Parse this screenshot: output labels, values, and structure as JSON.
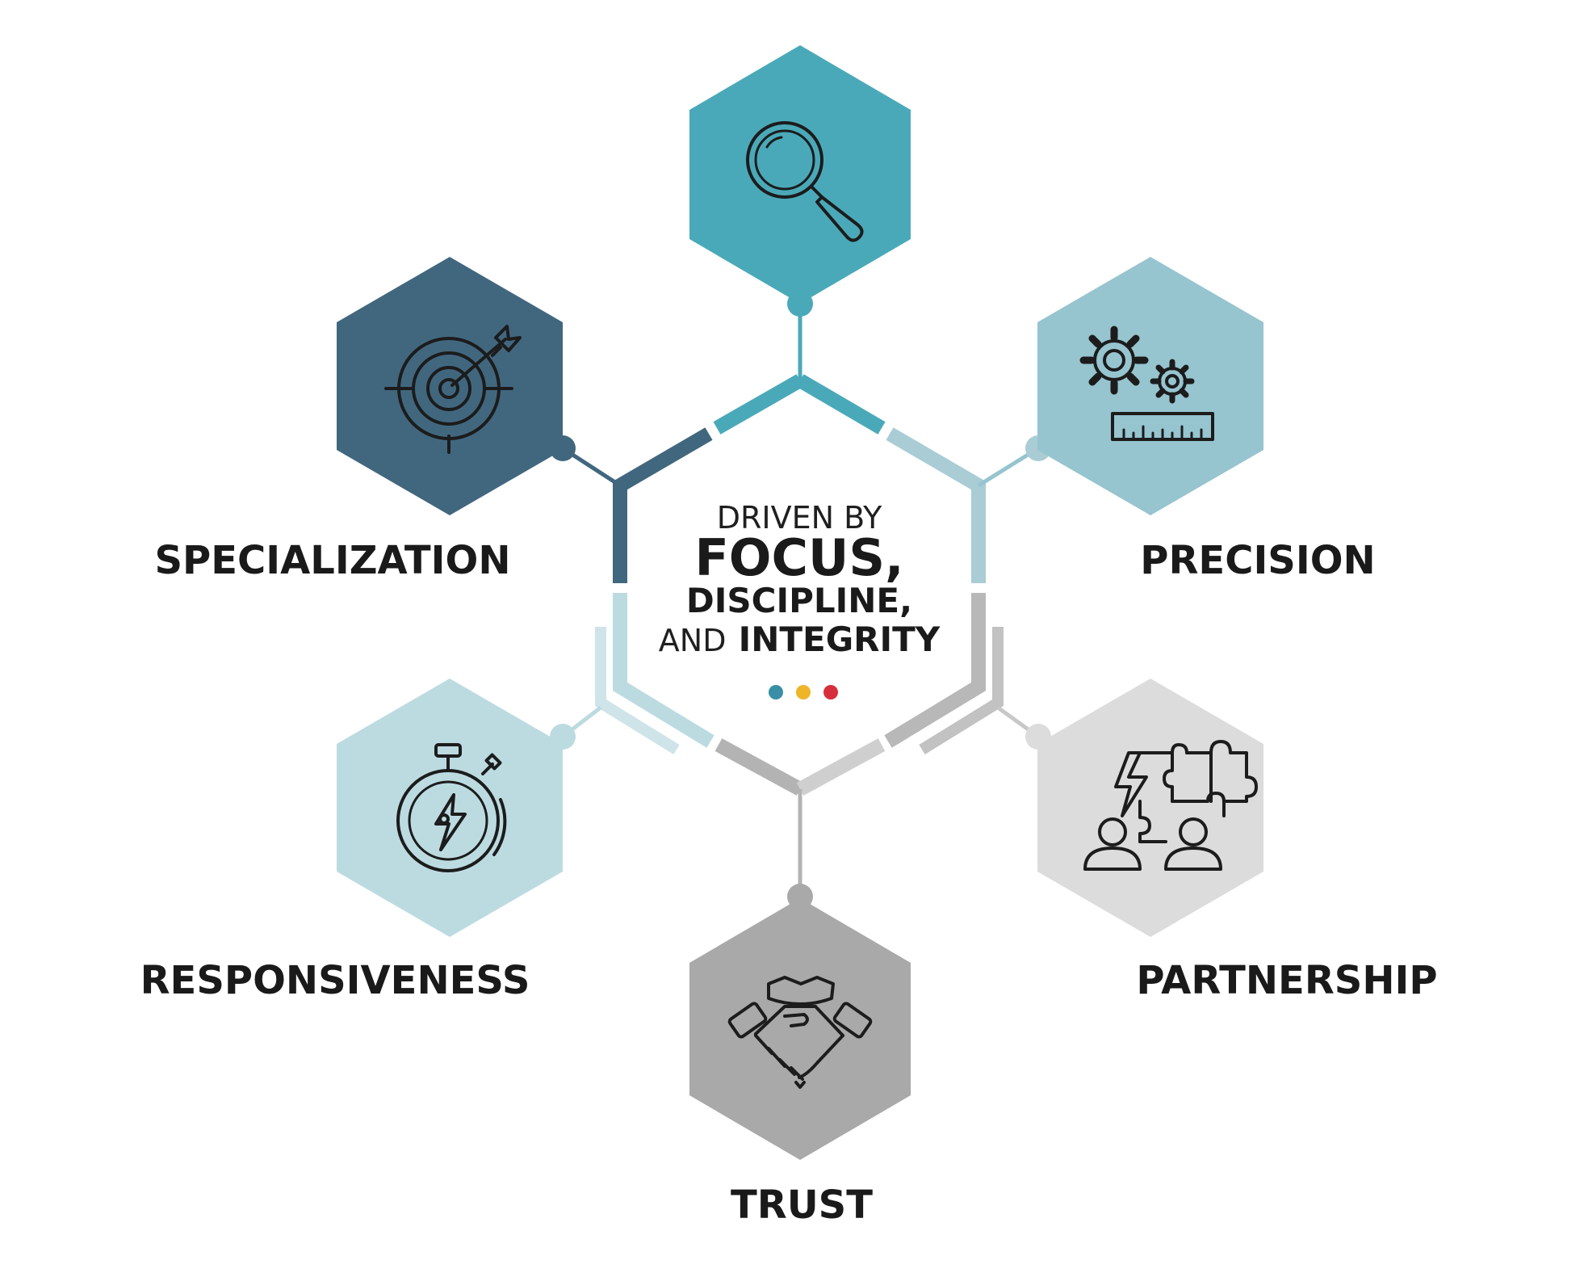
{
  "center": {
    "line1": "DRIVEN BY",
    "line2": "FOCUS,",
    "line3": "DISCIPLINE,",
    "line4_light": "AND",
    "line4_bold": "INTEGRITY",
    "dots": [
      "#3a8fa6",
      "#f0b429",
      "#d62f3c"
    ]
  },
  "nodes": [
    {
      "id": "top",
      "label": "",
      "icon": "magnifier-icon",
      "color": "#4aa9b9"
    },
    {
      "id": "top-right",
      "label": "PRECISION",
      "icon": "gears-ruler-icon",
      "color": "#96c4cf"
    },
    {
      "id": "bottom-right",
      "label": "PARTNERSHIP",
      "icon": "puzzle-people-icon",
      "color": "#dcdcdc"
    },
    {
      "id": "bottom",
      "label": "TRUST",
      "icon": "handshake-icon",
      "color": "#a9a9a9"
    },
    {
      "id": "bottom-left",
      "label": "RESPONSIVENESS",
      "icon": "stopwatch-icon",
      "color": "#bcdbe1"
    },
    {
      "id": "top-left",
      "label": "SPECIALIZATION",
      "icon": "target-icon",
      "color": "#41677f"
    }
  ]
}
